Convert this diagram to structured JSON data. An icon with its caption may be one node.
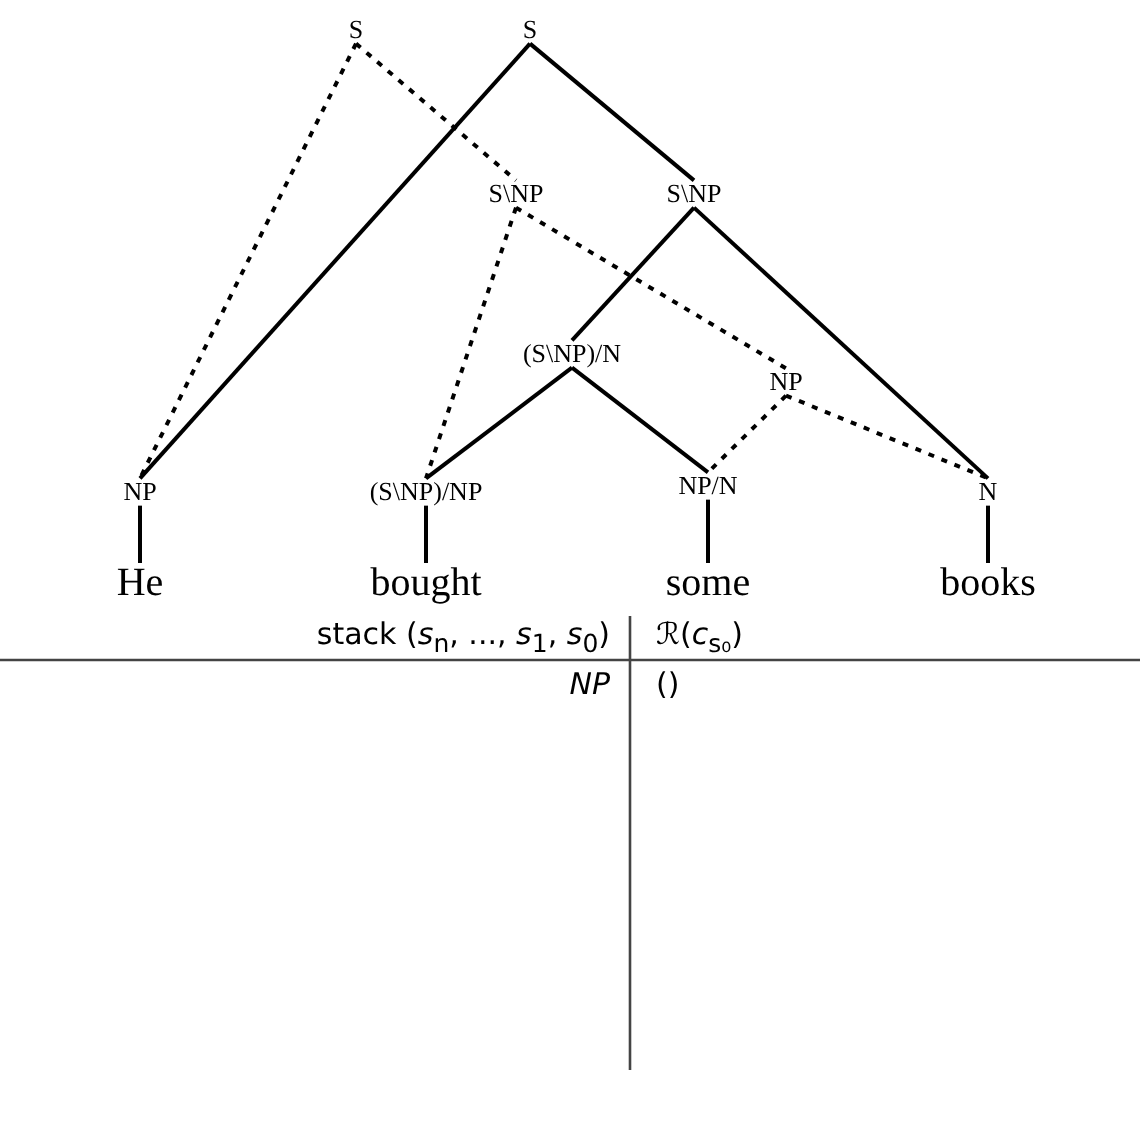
{
  "diagram": {
    "nodes": [
      {
        "text": [
          "S"
        ]
      },
      {
        "text": [
          "S"
        ]
      },
      {
        "text": [
          "S\\NP"
        ]
      },
      {
        "text": [
          "S\\NP"
        ]
      },
      {
        "text": [
          "(S\\NP)/N"
        ]
      },
      {
        "text": [
          "NP"
        ]
      },
      {
        "text": [
          "NP"
        ]
      },
      {
        "text": [
          "(S\\NP)/NP"
        ]
      },
      {
        "text": [
          "NP/N"
        ]
      },
      {
        "text": [
          "N"
        ]
      },
      {
        "text": [
          "He"
        ]
      },
      {
        "text": [
          "bought"
        ]
      },
      {
        "text": [
          "some"
        ]
      },
      {
        "text": [
          "books"
        ]
      }
    ],
    "edges": [
      {
        "from": 0,
        "to": 6,
        "arrow": "none",
        "style": "dashed"
      },
      {
        "from": 0,
        "to": 2,
        "arrow": "none",
        "style": "dashed"
      },
      {
        "from": 1,
        "to": 6,
        "arrow": "none"
      },
      {
        "from": 1,
        "to": 3,
        "arrow": "none"
      },
      {
        "from": 2,
        "to": 7,
        "arrow": "none",
        "style": "dashed"
      },
      {
        "from": 2,
        "to": 5,
        "arrow": "none",
        "style": "dashed"
      },
      {
        "from": 3,
        "to": 4,
        "arrow": "none"
      },
      {
        "from": 3,
        "to": 9,
        "arrow": "none"
      },
      {
        "from": 4,
        "to": 7,
        "arrow": "none"
      },
      {
        "from": 4,
        "to": 8,
        "arrow": "none"
      },
      {
        "from": 5,
        "to": 8,
        "arrow": "none",
        "style": "dashed"
      },
      {
        "from": 5,
        "to": 9,
        "arrow": "none",
        "style": "dashed"
      },
      {
        "from": 6,
        "to": 10,
        "arrow": "none"
      },
      {
        "from": 7,
        "to": 11,
        "arrow": "none"
      },
      {
        "from": 8,
        "to": 12,
        "arrow": "none"
      },
      {
        "from": 9,
        "to": 13,
        "arrow": "none"
      }
    ],
    "labels": [
      "stack (*s*$_{n}$, ..., *s*$_{1}$, *s*$_{0}$)",
      "ℛ(*c*$_{s₀}$)",
      "NP",
      "()"
    ]
  }
}
